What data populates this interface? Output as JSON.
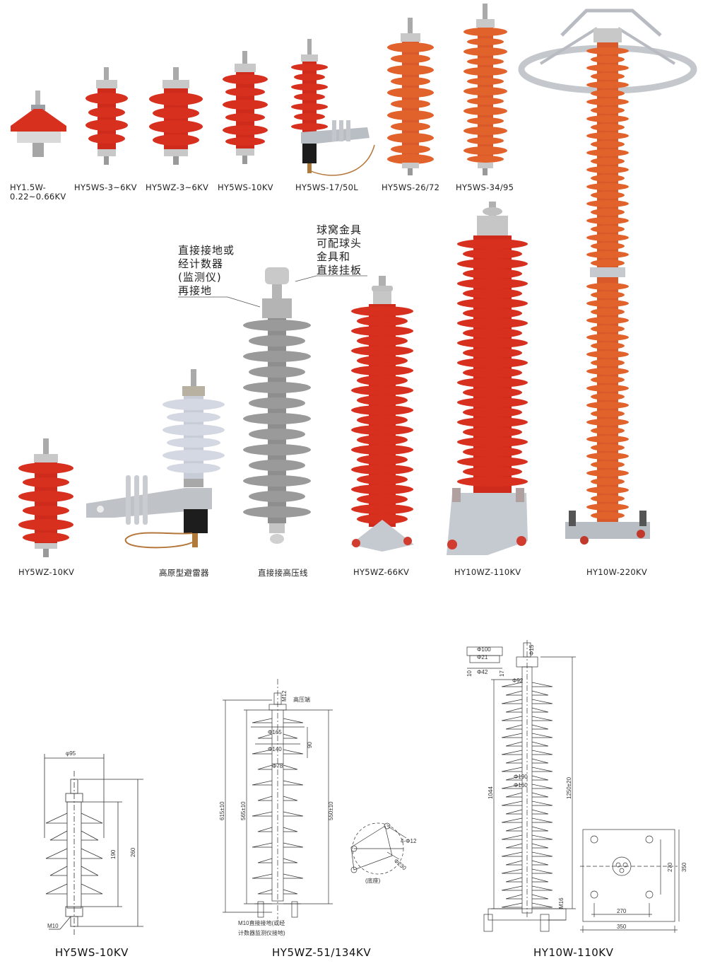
{
  "products_top": [
    {
      "label_line1": "HY1.5W-",
      "label_line2": "0.22~0.66KV"
    },
    {
      "label": "HY5WS-3~6KV"
    },
    {
      "label": "HY5WZ-3~6KV"
    },
    {
      "label": "HY5WS-10KV"
    },
    {
      "label": "HY5WS-17/50L"
    },
    {
      "label": "HY5WS-26/72"
    },
    {
      "label": "HY5WS-34/95"
    }
  ],
  "products_bottom": [
    {
      "label": "HY5WZ-10KV"
    },
    {
      "label": "高原型避雷器"
    },
    {
      "label": "直接接高压线"
    },
    {
      "label": "HY5WZ-66KV"
    },
    {
      "label": "HY10WZ-110KV"
    },
    {
      "label": "HY10W-220KV"
    }
  ],
  "annotations": {
    "ground_note": [
      "直接接地或",
      "经计数器",
      "(监测仪)",
      "再接地"
    ],
    "fitting_note": [
      "球窝金具",
      "可配球头",
      "金具和",
      "直接挂板"
    ]
  },
  "drawings": [
    {
      "label": "HY5WS-10KV",
      "dims": {
        "top_dia": "φ95",
        "h_sheds": "190",
        "h_total": "260",
        "bolt": "M10"
      }
    },
    {
      "label": "HY5WZ-51/134KV",
      "dims": {
        "bolt": "M12",
        "hv_end": "高压端",
        "shed1": "Φ165",
        "shed2": "Φ140",
        "core": "Φ78",
        "pitch": "90",
        "h_total": "615±10",
        "h_body": "565±10",
        "h_right": "550±10",
        "base_note1": "M10直接接地(或经",
        "base_note2": "计数器监测仪接地)",
        "hole": "4-Φ12",
        "pcd": "Φ230",
        "base_label": "(底座)"
      }
    },
    {
      "label": "HY10W-110KV",
      "dims": {
        "top_d1": "Φ100",
        "top_d2": "Φ21",
        "top_d3": "Φ42",
        "t1": "10",
        "t2": "17",
        "stud": "Φ15",
        "shed_top": "Φ92",
        "shed_mid1": "Φ190",
        "shed_mid2": "Φ160",
        "h_body": "1044",
        "h_total": "1250±20",
        "bolt": "M16",
        "base_w": "270",
        "base_w2": "350",
        "base_h": "270",
        "base_h2": "350"
      }
    }
  ],
  "colors": {
    "red": "#d7301f",
    "orange": "#e2622c",
    "gray": "#9a9a9a",
    "lightgray": "#d4d8de",
    "metal": "#c9ccd0"
  }
}
